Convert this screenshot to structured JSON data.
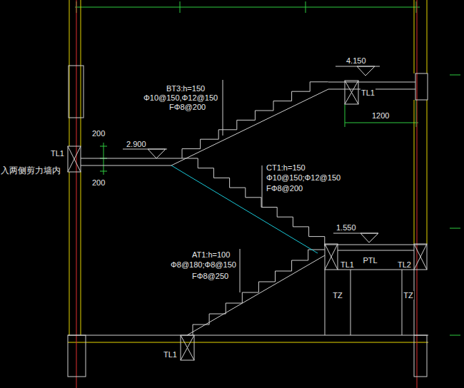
{
  "diagram": {
    "nodes": [
      {
        "text": [
          "PTL"
        ]
      },
      {
        "text": [
          "TZ"
        ]
      },
      {
        "text": [
          "TZ"
        ]
      }
    ],
    "labels": [
      "BT3:h=150",
      "Φ10@150,Φ12@150",
      "FΦ8@200",
      "4.150",
      "TL1",
      "1200",
      "TL1",
      "入两侧剪力墙内",
      "200",
      "2.900",
      "200",
      "CT1:h=150",
      "Φ10@150;Φ12@150",
      "FΦ8@200",
      "1.550",
      "TL1",
      "TL2",
      "AT1:h=100",
      "Φ8@180;Φ8@150",
      "FΦ8@250",
      "TL1"
    ]
  }
}
